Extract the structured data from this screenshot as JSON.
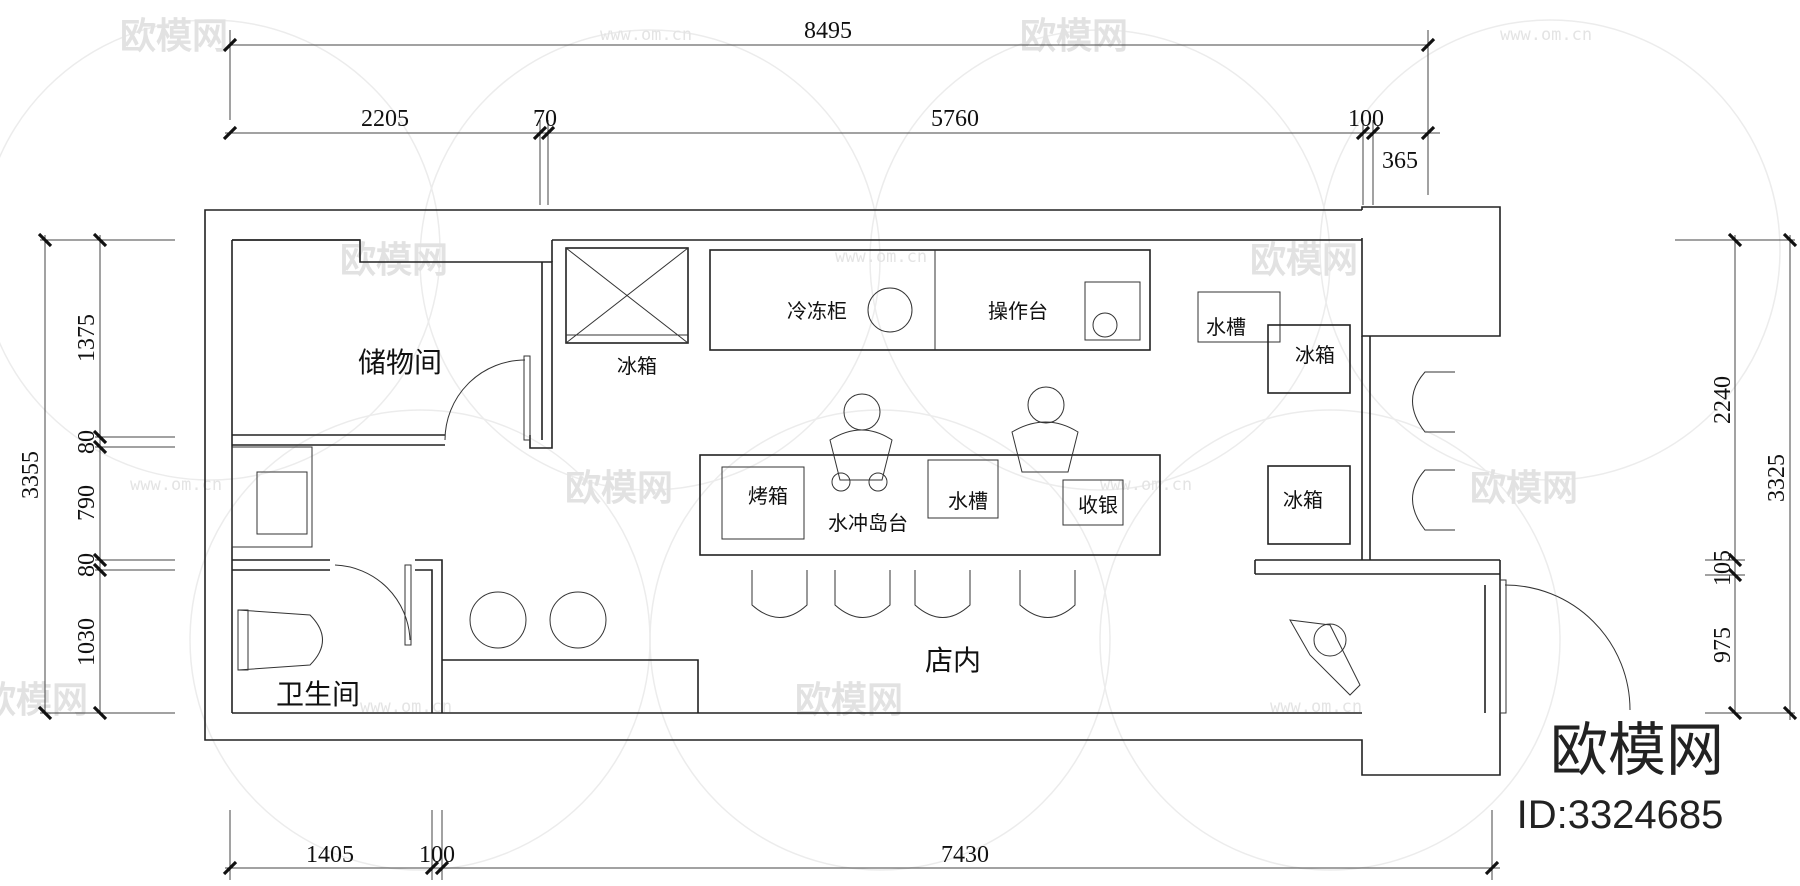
{
  "dimensions": {
    "top_total": "8495",
    "top_parts": [
      "2205",
      "70",
      "5760",
      "100"
    ],
    "top_right_offset": "365",
    "left_total": "3355",
    "left_parts": [
      "1375",
      "80",
      "790",
      "80",
      "1030"
    ],
    "right_upper": "2240",
    "right_total": "3325",
    "right_parts": [
      "105",
      "975"
    ],
    "bottom_parts": [
      "1405",
      "100",
      "7430"
    ]
  },
  "rooms": {
    "storage": "储物间",
    "toilet": "卫生间",
    "shop": "店内"
  },
  "fixtures": {
    "fridge_top": "冰箱",
    "freezer": "冷冻柜",
    "workbench": "操作台",
    "sink_top": "水槽",
    "fridge_right_1": "冰箱",
    "fridge_right_2": "冰箱",
    "oven": "烤箱",
    "island_sink": "水槽",
    "cashier": "收银",
    "island": "水冲岛台"
  },
  "watermark": {
    "brand": "欧模网",
    "url": "www.om.cn",
    "id": "ID:3324685"
  },
  "colors": {
    "line": "#222222",
    "watermark": "#e2e2e2",
    "background": "#ffffff"
  }
}
